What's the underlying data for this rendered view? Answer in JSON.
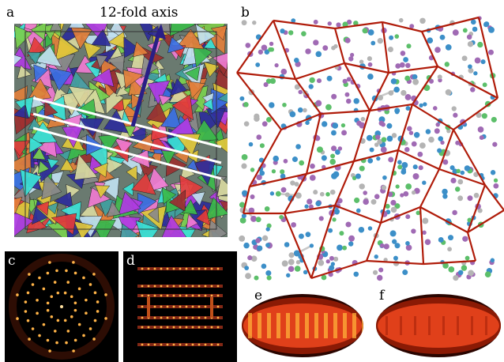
{
  "figure": {
    "panels": {
      "a": {
        "label": "a",
        "annotation": "12-fold axis"
      },
      "b": {
        "label": "b"
      },
      "c": {
        "label": "c"
      },
      "d": {
        "label": "d"
      },
      "e": {
        "label": "e"
      },
      "f": {
        "label": "f"
      }
    },
    "colors": {
      "tiling_lines": "#b01c0a",
      "atom_purple": "#a06ab4",
      "atom_blue": "#3c8fc8",
      "atom_green": "#5cbf6a",
      "atom_grey": "#b4b4b4",
      "axis_arrow": "#2a1f86",
      "diffraction_glow": "#ffb347",
      "map_hot": "#e0401a"
    }
  }
}
